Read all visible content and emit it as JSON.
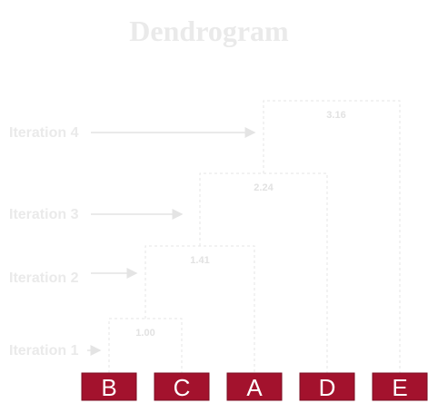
{
  "title": "Dendrogram",
  "leaves": [
    "B",
    "C",
    "A",
    "D",
    "E"
  ],
  "merges": [
    {
      "iteration": "Iteration 1",
      "distance": "1.00",
      "left": "B",
      "right": "C"
    },
    {
      "iteration": "Iteration 2",
      "distance": "1.41",
      "left": "BC",
      "right": "A"
    },
    {
      "iteration": "Iteration 3",
      "distance": "2.24",
      "left": "BCA",
      "right": "D"
    },
    {
      "iteration": "Iteration 4",
      "distance": "3.16",
      "left": "BCAD",
      "right": "E"
    }
  ],
  "colors": {
    "leaf_fill": "#a3122d",
    "leaf_text": "#ffffff",
    "faint": "#eaeaea"
  }
}
